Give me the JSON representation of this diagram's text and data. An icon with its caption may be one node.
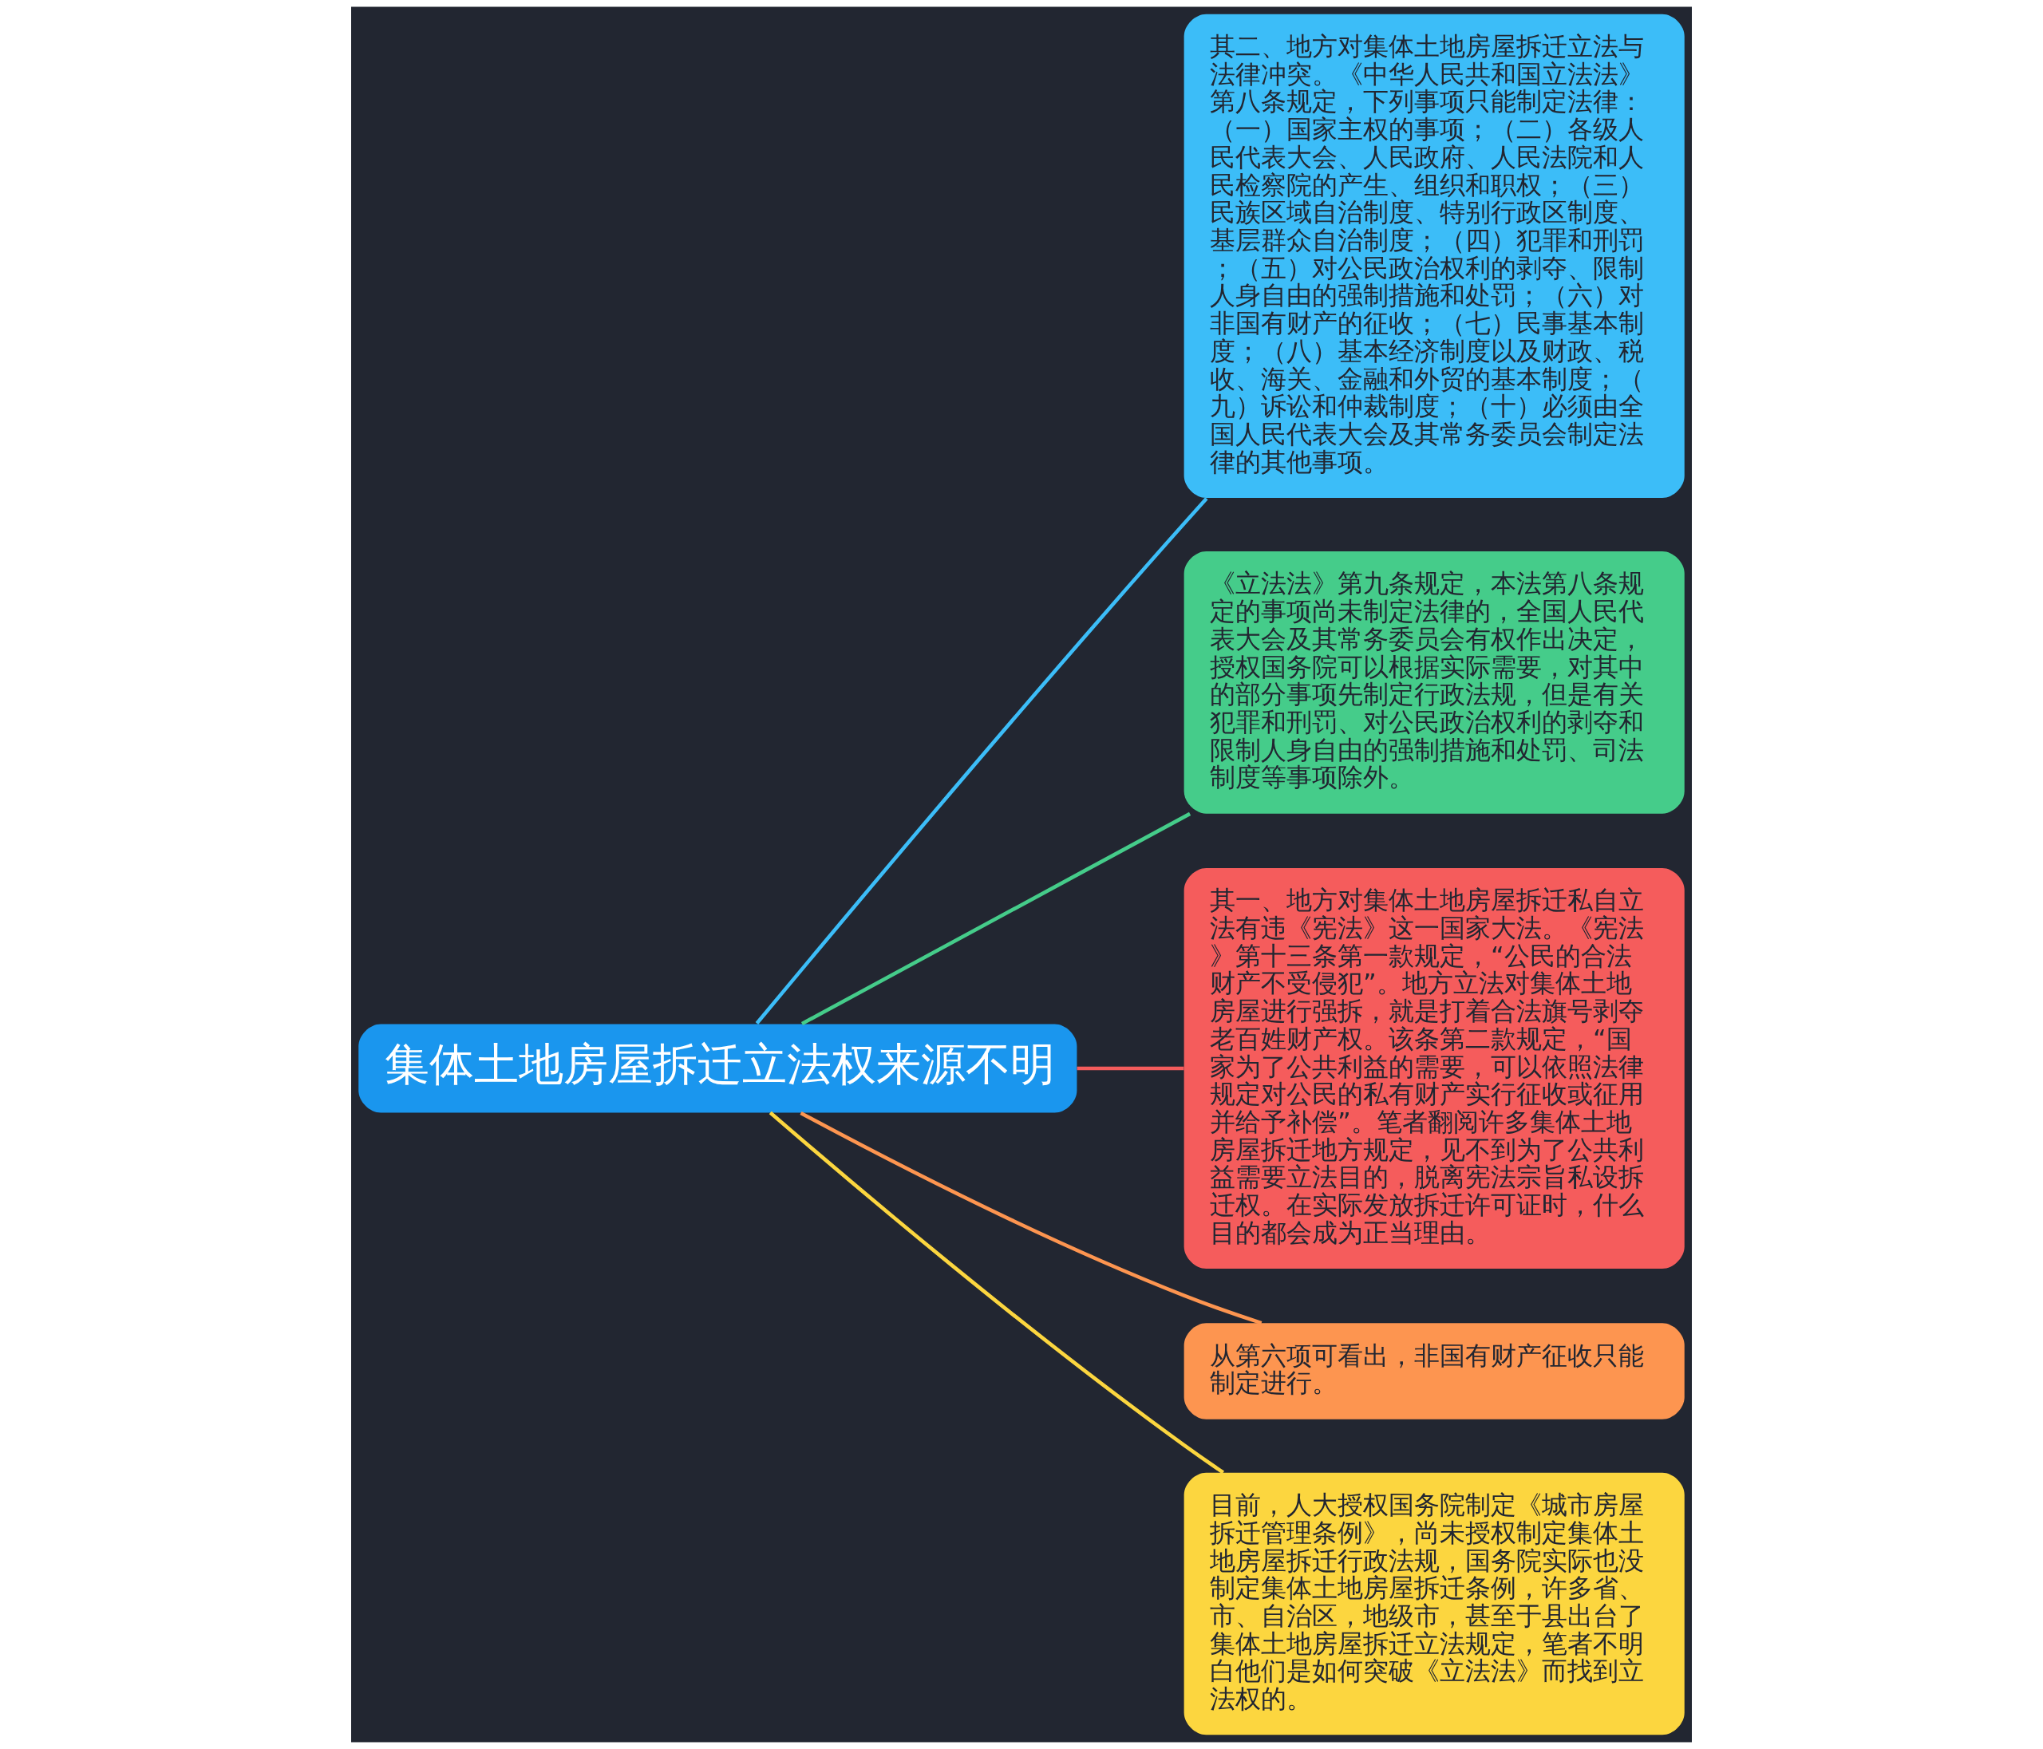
{
  "diagram": {
    "nodes": [
      {
        "text": [
          "集体土地房屋拆迁立法权来源不明"
        ]
      },
      {
        "text": [
          "其二、地方对集体土地房屋拆迁立法与法律冲突。《中华人民共和国立法法》第八条规定，下列事项只能制定法律：（一）国家主权的事项；（二）各级人民代表大会、人民政府、人民法院和人民检察院的产生、组织和职权；（三）民族区域自治制度、特别行政区制度、基层群众自治制度；（四）犯罪和刑罚；（五）对公民政治权利的剥夺、限制人身自由的强制措施和处罚；（六）对非国有财产的征收；（七）民事基本制度；（八）基本经济制度以及财政、税收、海关、金融和外贸的基本制度；（九）诉讼和仲裁制度；（十）必须由全国人民代表大会及其常务委员会制定法律的其他事项。"
        ]
      },
      {
        "text": [
          "《立法法》第九条规定，本法第八条规定的事项尚未制定法律的，全国人民代表大会及其常务委员会有权作出决定，授权国务院可以根据实际需要，对其中的部分事项先制定行政法规，但是有关犯罪和刑罚、对公民政治权利的剥夺和限制人身自由的强制措施和处罚、司法制度等事项除外。"
        ]
      },
      {
        "text": [
          "其一、地方对集体土地房屋拆迁私自立法有违《宪法》这一国家大法。《宪法》第十三条第一款规定，“公民的合法财产不受侵犯”。地方立法对集体土地房屋进行强拆，就是打着合法旗号剥夺老百姓财产权。该条第二款规定，“国家为了公共利益的需要，可以依照法律规定对公民的私有财产实行征收或征用并给予补偿”。笔者翻阅许多集体土地房屋拆迁地方规定，见不到为了公共利益需要立法目的，脱离宪法宗旨私设拆迁权。在实际发放拆迁许可证时，什么目的都会成为正当理由。"
        ]
      },
      {
        "text": [
          "从第六项可看出，非国有财产征收只能制定进行。"
        ]
      },
      {
        "text": [
          "目前，人大授权国务院制定《城市房屋拆迁管理条例》，尚未授权制定集体土地房屋拆迁行政法规，国务院实际也没制定集体土地房屋拆迁条例，许多省、市、自治区，地级市，甚至于县出台了集体土地房屋拆迁立法规定，笔者不明白他们是如何突破《立法法》而找到立法权的。"
        ]
      }
    ],
    "edges": [
      {
        "from": 0,
        "to": 1,
        "arrow": "none",
        "color": "#3cbdf8"
      },
      {
        "from": 0,
        "to": 2,
        "arrow": "none",
        "color": "#45cc8a"
      },
      {
        "from": 0,
        "to": 3,
        "arrow": "none",
        "color": "#f55c5c"
      },
      {
        "from": 0,
        "to": 4,
        "arrow": "none",
        "color": "#fd9550"
      },
      {
        "from": 0,
        "to": 5,
        "arrow": "none",
        "color": "#fcd63f"
      }
    ]
  }
}
